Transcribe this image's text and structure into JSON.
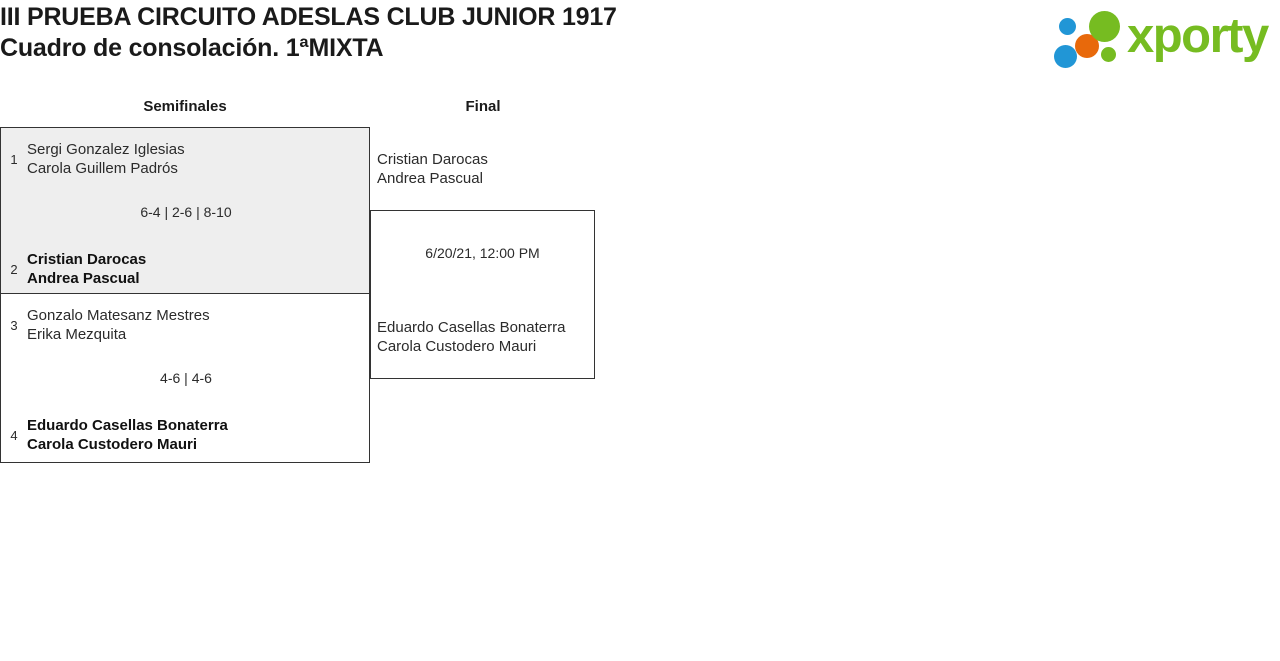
{
  "header": {
    "title_line1": "III PRUEBA CIRCUITO ADESLAS CLUB JUNIOR 1917",
    "title_line2": "Cuadro de consolación. 1ªMIXTA",
    "logo_word": "xporty"
  },
  "colors": {
    "logo_green": "#76bc21",
    "logo_blue": "#2196d6",
    "logo_orange": "#e8690b",
    "box_border": "#333333",
    "box_highlight_bg": "#eeeeee",
    "text": "#2b2b2b"
  },
  "bracket": {
    "rounds": [
      {
        "label": "Semifinales"
      },
      {
        "label": "Final"
      }
    ],
    "semifinals": [
      {
        "highlighted": true,
        "score": "6-4 | 2-6 | 8-10",
        "teams": [
          {
            "seed": "1",
            "player1": "Sergi Gonzalez Iglesias",
            "player2": "Carola Guillem Padrós",
            "winner": false
          },
          {
            "seed": "2",
            "player1": "Cristian Darocas",
            "player2": "Andrea Pascual",
            "winner": true
          }
        ]
      },
      {
        "highlighted": false,
        "score": "4-6 | 4-6",
        "teams": [
          {
            "seed": "3",
            "player1": "Gonzalo Matesanz Mestres",
            "player2": "Erika Mezquita",
            "winner": false
          },
          {
            "seed": "4",
            "player1": "Eduardo Casellas Bonaterra",
            "player2": "Carola Custodero Mauri",
            "winner": true
          }
        ]
      }
    ],
    "final": {
      "schedule": "6/20/21, 12:00 PM",
      "teams": [
        {
          "player1": "Cristian Darocas",
          "player2": "Andrea Pascual"
        },
        {
          "player1": "Eduardo Casellas Bonaterra",
          "player2": "Carola Custodero Mauri"
        }
      ]
    }
  }
}
